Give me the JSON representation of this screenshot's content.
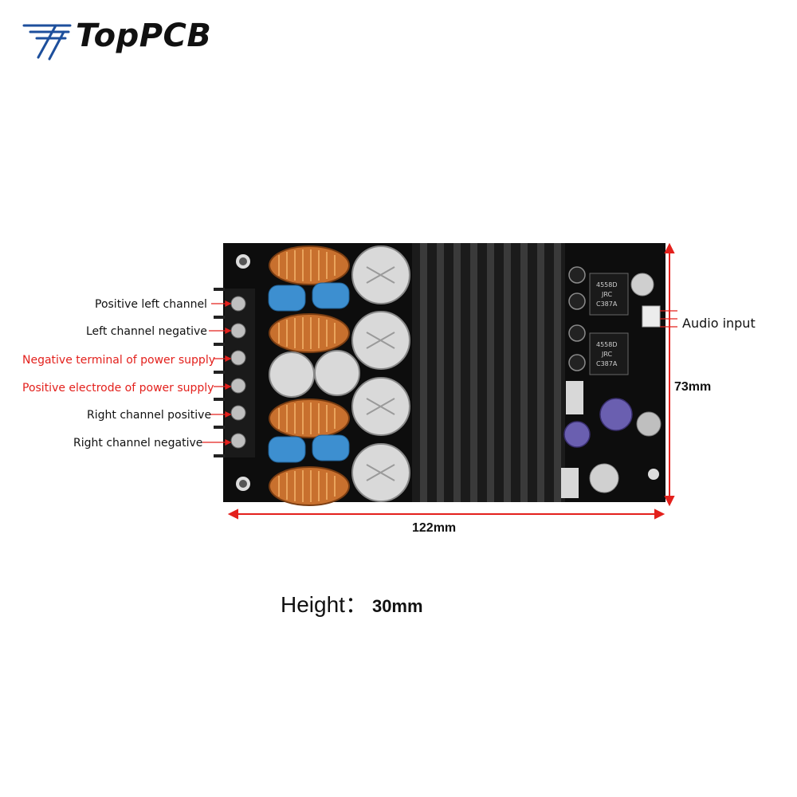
{
  "brand": {
    "name": "TopPCB"
  },
  "labels": {
    "positive_left": "Positive left channel",
    "left_negative": "Left channel negative",
    "neg_power": "Negative terminal of power supply",
    "pos_power": "Positive electrode of power supply",
    "right_positive": "Right channel positive",
    "right_negative": "Right channel negative",
    "audio_input": "Audio input"
  },
  "dimensions": {
    "width": "122mm",
    "length": "73mm",
    "height_label": "Height：",
    "height_value": "30mm"
  },
  "board_text": {
    "chip1_line1": "4558D",
    "chip1_line2": "JRC",
    "chip1_line3": "C387A",
    "chip2_line1": "4558D",
    "chip2_line2": "JRC",
    "chip2_line3": "C387A"
  },
  "colors": {
    "label_red": "#e3201c",
    "arrow_red": "#e3201c",
    "pcb": "#0d0d0d",
    "coil": "#c8702e",
    "cap_blue": "#3d8fd0"
  }
}
